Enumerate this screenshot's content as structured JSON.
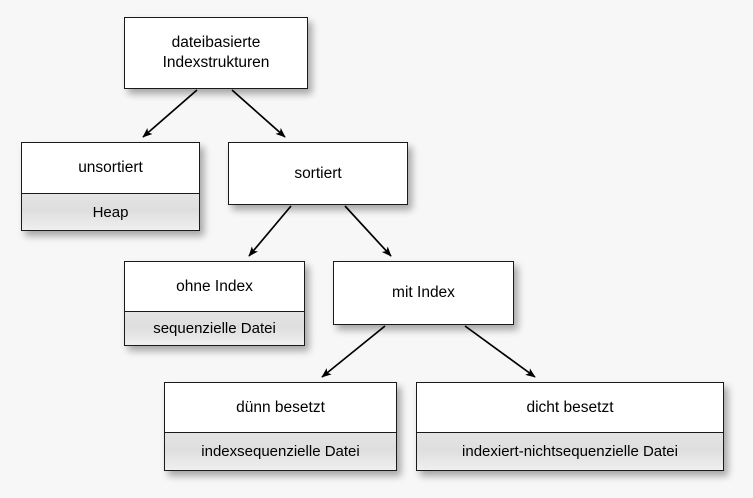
{
  "diagram": {
    "background_color": "#f7f7f7",
    "box_fill": "#ffffff",
    "sub_fill": "#e0e0e0",
    "border_color": "#1a1a1a",
    "nodes": [
      {
        "id": "root",
        "title": "dateibasierte\nIndexstrukturen",
        "sub": null
      },
      {
        "id": "unsortiert",
        "title": "unsortiert",
        "sub": "Heap"
      },
      {
        "id": "sortiert",
        "title": "sortiert",
        "sub": null
      },
      {
        "id": "ohne_index",
        "title": "ohne Index",
        "sub": "sequenzielle Datei"
      },
      {
        "id": "mit_index",
        "title": "mit Index",
        "sub": null
      },
      {
        "id": "duenn",
        "title": "dünn besetzt",
        "sub": "indexsequenzielle Datei"
      },
      {
        "id": "dicht",
        "title": "dicht besetzt",
        "sub": "indexiert-nichtsequenzielle Datei"
      }
    ],
    "edges": [
      {
        "from": "root",
        "to": "unsortiert"
      },
      {
        "from": "root",
        "to": "sortiert"
      },
      {
        "from": "sortiert",
        "to": "ohne_index"
      },
      {
        "from": "sortiert",
        "to": "mit_index"
      },
      {
        "from": "mit_index",
        "to": "duenn"
      },
      {
        "from": "mit_index",
        "to": "dicht"
      }
    ]
  }
}
